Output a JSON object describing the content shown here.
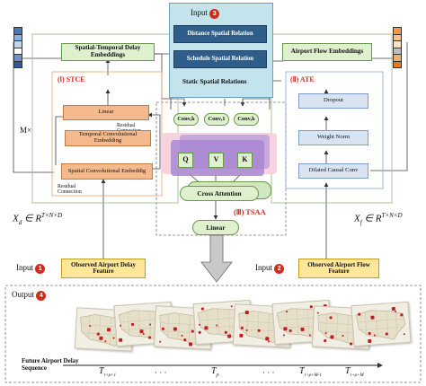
{
  "input3": {
    "label": "Input",
    "num": "3"
  },
  "static": {
    "distance": "Distance Spatial Relation",
    "schedule": "Schedule Spatial Relation",
    "title": "Static Spatial Relations"
  },
  "xd": {
    "label": "X",
    "sub": "d",
    "rel": "∈ R",
    "sup": "T×N×D"
  },
  "xf": {
    "label": "X",
    "sub": "f",
    "rel": "∈ R",
    "sup": "T×N×D"
  },
  "mx": "M×",
  "left": {
    "embed": "Spatial-Temporal Delay Embeddings",
    "title": "(Ⅰ) STCE",
    "linear": "Linear",
    "temporal": "Temporal Convolutional Embedding",
    "spatial": "Spatial Convolutional Embeddig",
    "residual1": "Residual Connection",
    "residual2": "Residual Connection"
  },
  "right": {
    "embed": "Airport Flow Embeddings",
    "title": "(Ⅱ) ATE",
    "dropout": "Dropout",
    "weight": "Weight Norm",
    "dilated": "Dilated Causal Conv"
  },
  "center": {
    "conv1": "Conv,k",
    "conv2": "Conv,1",
    "conv3": "Conv,k",
    "q": "Q",
    "v": "V",
    "k": "K",
    "cross": "Cross Attention",
    "title": "(Ⅲ) TSAA",
    "linear": "Linear"
  },
  "input1": {
    "label": "Input",
    "num": "1",
    "box": "Observed Airport Delay Feature"
  },
  "input2": {
    "label": "Input",
    "num": "2",
    "box": "Observed Airport Flow Feature"
  },
  "output4": {
    "label": "Output",
    "num": "4"
  },
  "timeline": {
    "title": "Future Airport Delay Sequence",
    "t1": "T",
    "t1sub": "τ+ρ+1",
    "dots1": "· · ·",
    "t2": "T",
    "t2sub": "ρ",
    "dots2": "· · ·",
    "t3": "T",
    "t3sub": "τ+ρ+M-1",
    "t4": "T",
    "t4sub": "τ+ρ+M"
  },
  "colors": {
    "accent_red": "#d42a1e",
    "dark_blue": "#2f5e8a",
    "green": "#dff0cf",
    "orange": "#f4b98c"
  }
}
